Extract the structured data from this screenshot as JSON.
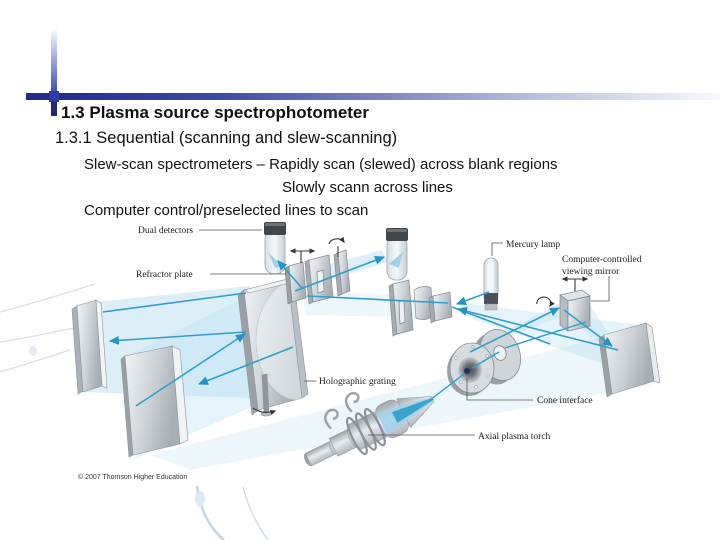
{
  "slide": {
    "title": "1.3 Plasma source spectrophotometer",
    "subtitle": "1.3.1 Sequential (scanning and slew-scanning)",
    "body_line1": "Slew-scan spectrometers – Rapidly scan (slewed) across blank regions",
    "body_line2": "Slowly scann across lines",
    "body_line3": "Computer control/preselected lines to scan"
  },
  "diagram": {
    "labels": {
      "dual_detectors": "Dual detectors",
      "refractor_plate": "Refractor plate",
      "mercury_lamp": "Mercury lamp",
      "viewing_mirror_line1": "Computer-controlled",
      "viewing_mirror_line2": "viewing mirror",
      "holographic_grating": "Holographic grating",
      "cone_interface": "Cone interface",
      "axial_plasma_torch": "Axial plasma torch"
    },
    "credit": "© 2007 Thomson Higher Education",
    "colors": {
      "accent_navy": "#232d85",
      "beam_blue": "#2e9fca",
      "beam_fill": "#bfe0f3",
      "metal_gray": "#c6ccd1"
    }
  }
}
